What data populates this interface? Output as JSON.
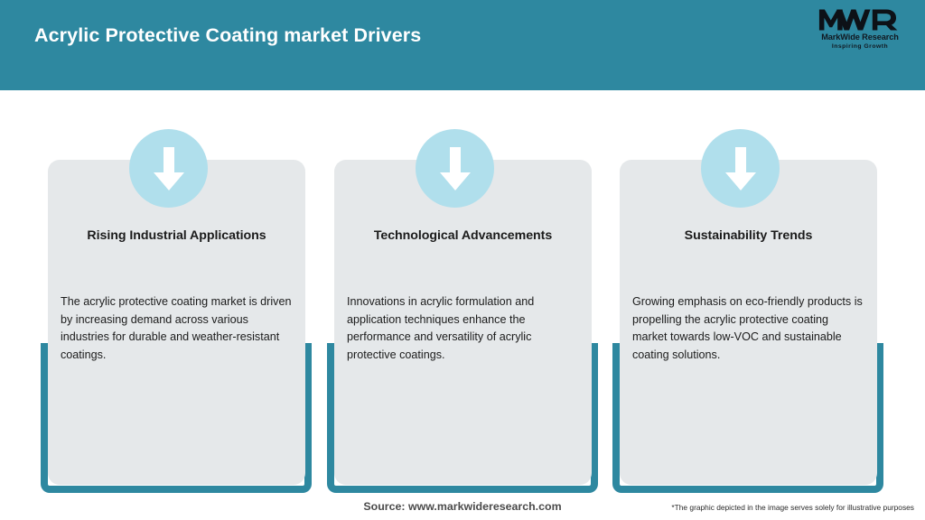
{
  "header": {
    "title": "Acrylic Protective Coating market Drivers",
    "background_color": "#2e88a0",
    "title_color": "#ffffff"
  },
  "logo": {
    "mark": "MWR",
    "name": "MarkWide Research",
    "tagline": "Inspiring Growth"
  },
  "theme": {
    "accent_teal": "#2e88a0",
    "card_grey": "#e5e8ea",
    "icon_blue": "#b0dfec",
    "arrow_white": "#ffffff",
    "text_dark": "#1b1b1b"
  },
  "cards": [
    {
      "icon": "arrow-down-icon",
      "heading": "Rising Industrial Applications",
      "body": "The acrylic protective coating market is driven by increasing demand across various industries for durable and weather-resistant coatings."
    },
    {
      "icon": "arrow-down-icon",
      "heading": "Technological Advancements",
      "body": "Innovations in acrylic formulation and application techniques enhance the performance and versatility of acrylic protective coatings."
    },
    {
      "icon": "arrow-down-icon",
      "heading": "Sustainability Trends",
      "body": "Growing emphasis on eco-friendly products is propelling the acrylic protective coating market towards low-VOC and sustainable coating solutions."
    }
  ],
  "footer": {
    "source": "Source: www.markwideresearch.com",
    "disclaimer": "*The graphic depicted in the image serves solely for illustrative purposes"
  }
}
